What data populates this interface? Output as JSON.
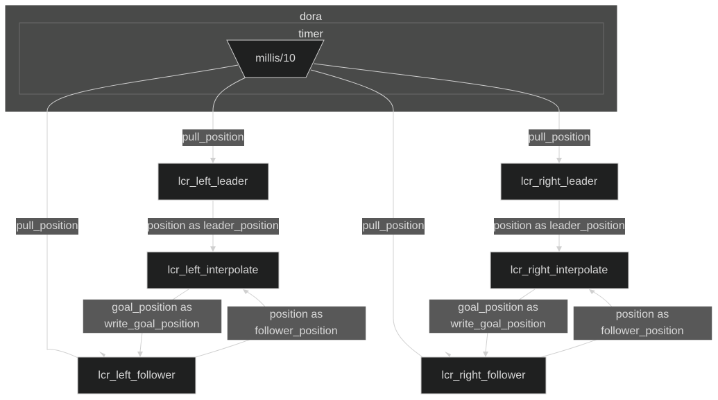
{
  "diagram": {
    "clusters": {
      "outer": "dora",
      "inner": "timer"
    },
    "nodes": {
      "timer": "millis/10",
      "left_leader": "lcr_left_leader",
      "left_interpolate": "lcr_left_interpolate",
      "left_follower": "lcr_left_follower",
      "right_leader": "lcr_right_leader",
      "right_interpolate": "lcr_right_interpolate",
      "right_follower": "lcr_right_follower"
    },
    "edges": [
      {
        "id": "timer_to_left_leader",
        "from": "millis/10",
        "to": "lcr_left_leader",
        "label": "pull_position"
      },
      {
        "id": "timer_to_left_follower",
        "from": "millis/10",
        "to": "lcr_left_follower",
        "label": "pull_position"
      },
      {
        "id": "left_leader_to_interpolate",
        "from": "lcr_left_leader",
        "to": "lcr_left_interpolate",
        "label": "position as leader_position"
      },
      {
        "id": "left_interpolate_to_follower",
        "from": "lcr_left_interpolate",
        "to": "lcr_left_follower",
        "label_lines": [
          "goal_position as",
          "write_goal_position"
        ]
      },
      {
        "id": "left_follower_to_interpolate",
        "from": "lcr_left_follower",
        "to": "lcr_left_interpolate",
        "label_lines": [
          "position as",
          "follower_position"
        ]
      },
      {
        "id": "timer_to_right_leader",
        "from": "millis/10",
        "to": "lcr_right_leader",
        "label": "pull_position"
      },
      {
        "id": "timer_to_right_follower",
        "from": "millis/10",
        "to": "lcr_right_follower",
        "label": "pull_position"
      },
      {
        "id": "right_leader_to_interpolate",
        "from": "lcr_right_leader",
        "to": "lcr_right_interpolate",
        "label": "position as leader_position"
      },
      {
        "id": "right_interpolate_to_follower",
        "from": "lcr_right_interpolate",
        "to": "lcr_right_follower",
        "label_lines": [
          "goal_position as",
          "write_goal_position"
        ]
      },
      {
        "id": "right_follower_to_interpolate",
        "from": "lcr_right_follower",
        "to": "lcr_right_interpolate",
        "label_lines": [
          "position as",
          "follower_position"
        ]
      }
    ]
  }
}
